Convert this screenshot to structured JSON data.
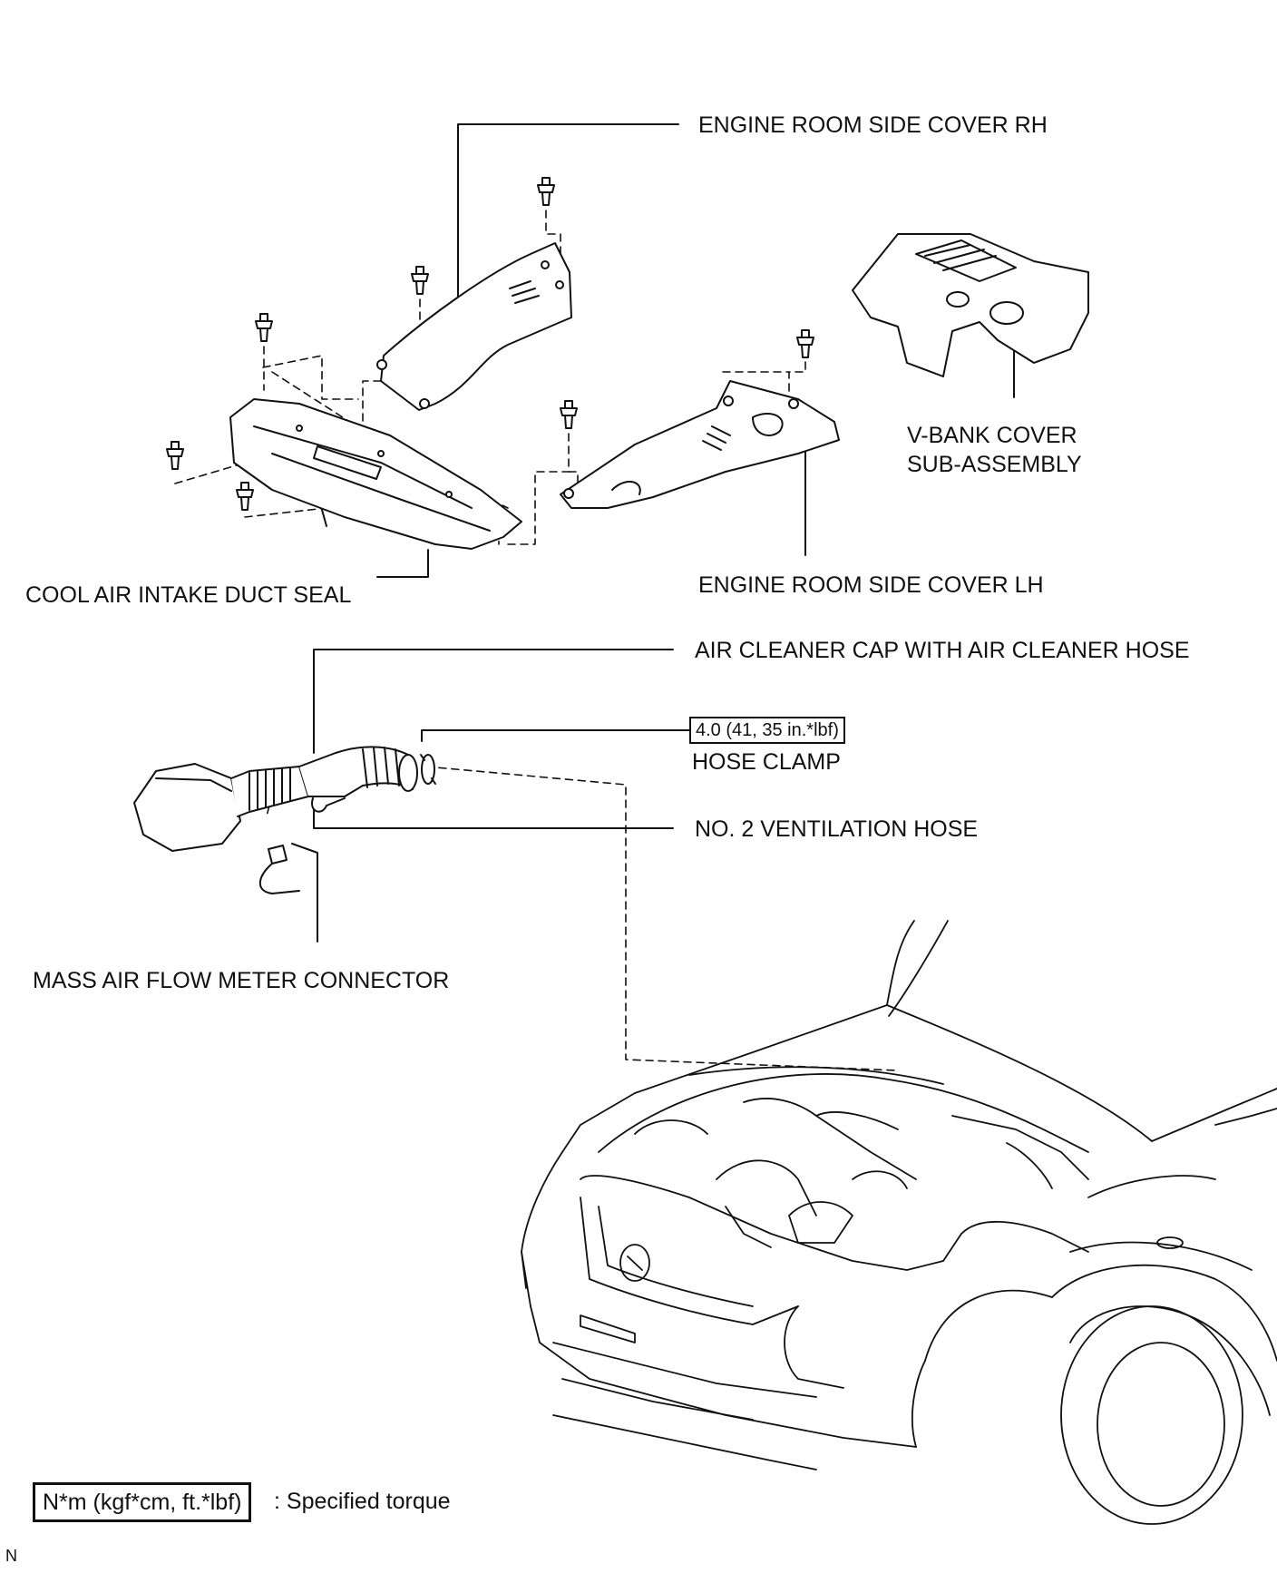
{
  "labels": {
    "engine_room_side_cover_rh": "ENGINE ROOM SIDE COVER RH",
    "v_bank_cover_line1": "V-BANK COVER",
    "v_bank_cover_line2": "SUB-ASSEMBLY",
    "cool_air_intake_duct_seal": "COOL AIR INTAKE DUCT SEAL",
    "engine_room_side_cover_lh": "ENGINE ROOM SIDE COVER LH",
    "air_cleaner_cap_with_hose": "AIR CLEANER CAP WITH AIR CLEANER HOSE",
    "hose_clamp_torque": "4.0 (41, 35 in.*lbf)",
    "hose_clamp": "HOSE CLAMP",
    "no2_ventilation_hose": "NO. 2 VENTILATION HOSE",
    "mass_air_flow_meter_connector": "MASS AIR FLOW METER CONNECTOR"
  },
  "legend": {
    "unit_box": "N*m (kgf*cm, ft.*lbf)",
    "description": ": Specified torque"
  },
  "corner_mark": "N",
  "icons": [
    "bolt-clip-icon",
    "v-bank-cover-drawing",
    "air-cleaner-cap-drawing",
    "hose-clamp-drawing",
    "vehicle-front-drawing"
  ]
}
